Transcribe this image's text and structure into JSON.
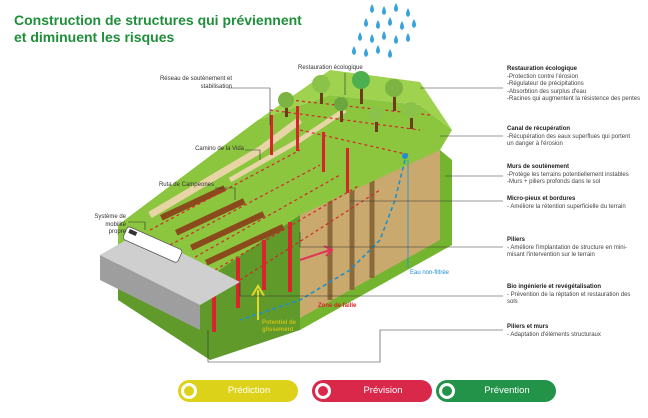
{
  "title": {
    "line1": "Construction de structures qui préviennent",
    "line2": "et diminuent les risques"
  },
  "left_labels": {
    "reseau_line1": "Réseau de soutènement et",
    "reseau_line2": "stabilisation",
    "restauration": "Restauration écologique",
    "camino": "Camino de la Vida",
    "ruta": "Ruta de Campeones",
    "systeme_line1": "Système de",
    "systeme_line2": "mobilité",
    "systeme_line3": "propre"
  },
  "diagram_labels": {
    "eau": "Eau non-filtrée",
    "zone": "Zone de faille",
    "potentiel_line1": "Potentiel de",
    "potentiel_line2": "glissement"
  },
  "right_panel": [
    {
      "heading": "Restauration écologique",
      "lines": [
        "-Protection contre l'érosion",
        "-Régulateur de précipitations",
        "-Absorbtion des surplus d'eau",
        "-Racines qui augmentent la résistence des pentes"
      ]
    },
    {
      "heading": "Canal de récupération",
      "lines": [
        "-Récupération des eaux superflues qui portent",
        "un danger à l'érosion"
      ]
    },
    {
      "heading": "Murs de soutènement",
      "lines": [
        "-Protège les terrains potentiellement instables",
        "-Murs + piliers profonds dans le sol"
      ]
    },
    {
      "heading": "Micro-pieux et bordures",
      "lines": [
        "- Améliore la rétention superficielle du terrain"
      ]
    },
    {
      "heading": "Piliers",
      "lines": [
        "- Améliore l'implantation de structure en mini-",
        "misant l'intervention sur le terrain"
      ]
    },
    {
      "heading": "Bio ingénierie et revégétalisation",
      "lines": [
        "- Prévention de la réptation et restauration des",
        "sols"
      ]
    },
    {
      "heading": "Piliers et murs",
      "lines": [
        "- Adaptation d'éléments structuraux"
      ]
    }
  ],
  "legend": [
    {
      "label": "Prédiction",
      "color": "#ddd21a"
    },
    {
      "label": "Prévision",
      "color": "#d9284a"
    },
    {
      "label": "Prévention",
      "color": "#24934a"
    }
  ],
  "colors": {
    "green_title": "#1f8f3a",
    "grass": "#8cc63f",
    "soil": "#c9a96e",
    "water": "#1d8fd0",
    "pillar": "#d8242a"
  }
}
